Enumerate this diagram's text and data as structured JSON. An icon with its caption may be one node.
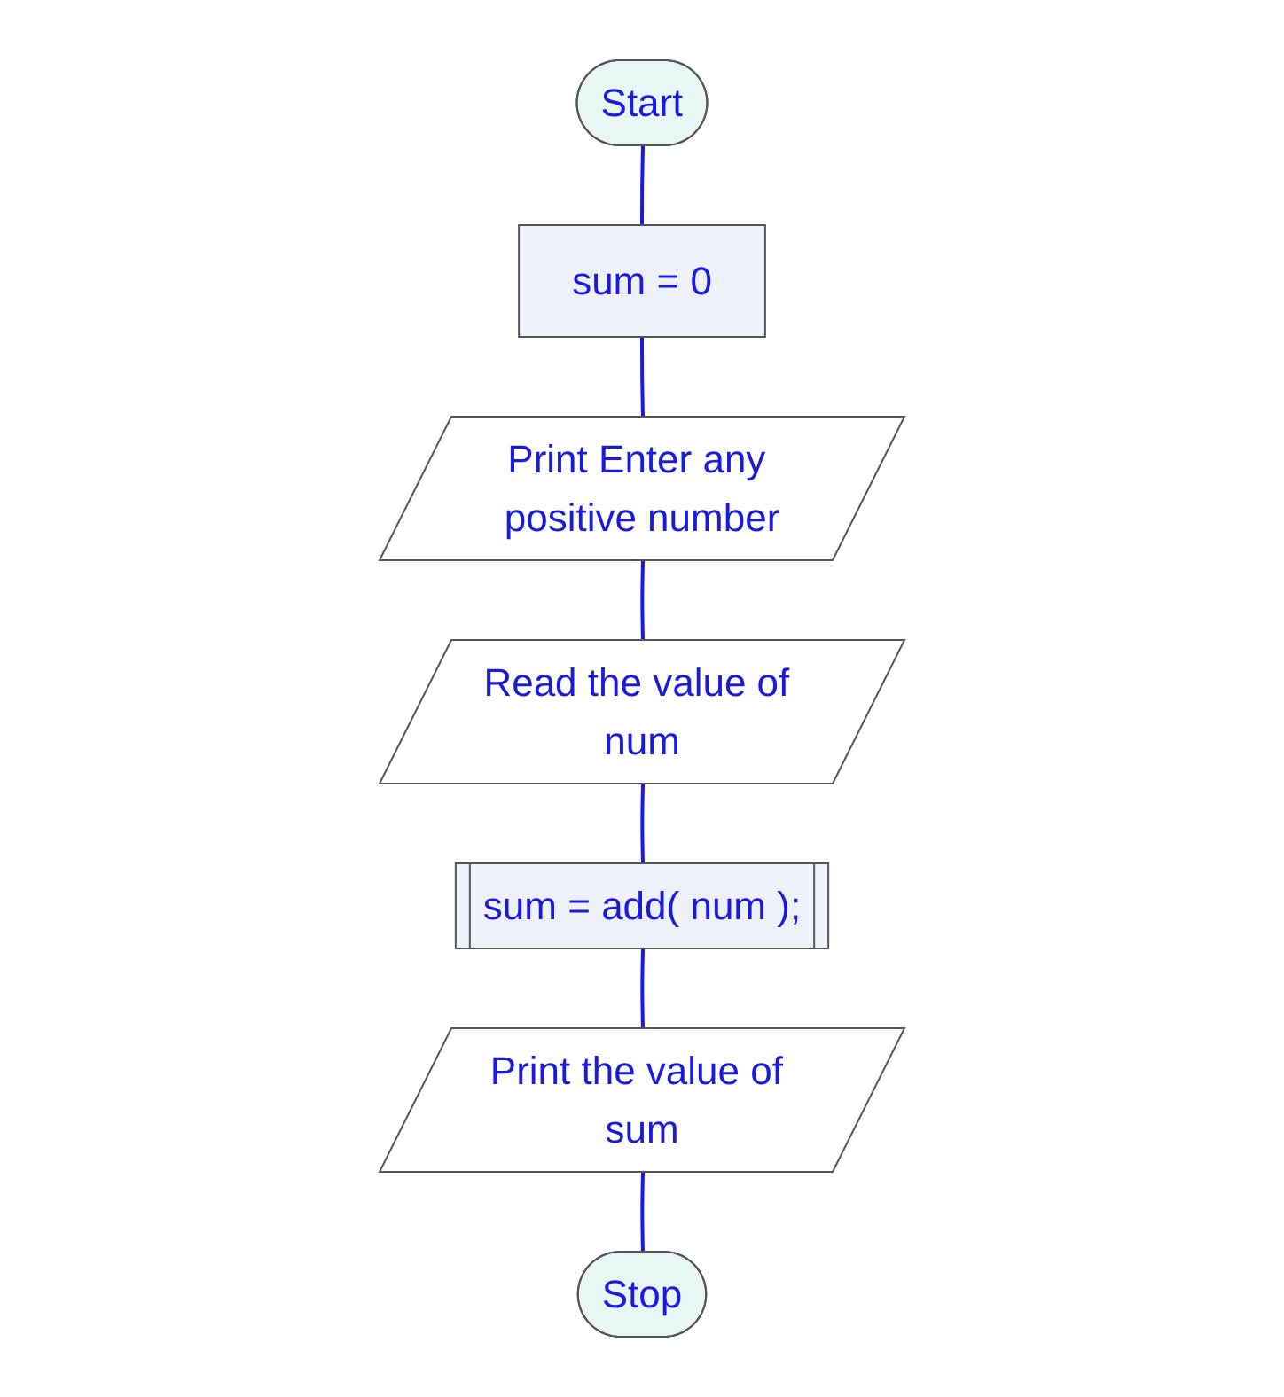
{
  "diagram": {
    "nodes": [
      {
        "text": [
          "Start"
        ]
      },
      {
        "text": [
          "sum = 0"
        ]
      },
      {
        "text": [
          "Print Enter any positive number"
        ]
      },
      {
        "text": [
          "Read the value of num"
        ]
      },
      {
        "text": [
          "sum = add( num );"
        ]
      },
      {
        "text": [
          "Print the value of sum"
        ]
      },
      {
        "text": [
          "Stop"
        ]
      }
    ],
    "edges": [
      {
        "from": 0,
        "to": 1,
        "arrow": "none"
      },
      {
        "from": 1,
        "to": 2,
        "arrow": "none"
      },
      {
        "from": 2,
        "to": 3,
        "arrow": "none"
      },
      {
        "from": 3,
        "to": 4,
        "arrow": "none"
      },
      {
        "from": 4,
        "to": 5,
        "arrow": "none"
      },
      {
        "from": 5,
        "to": 6,
        "arrow": "none"
      }
    ]
  }
}
